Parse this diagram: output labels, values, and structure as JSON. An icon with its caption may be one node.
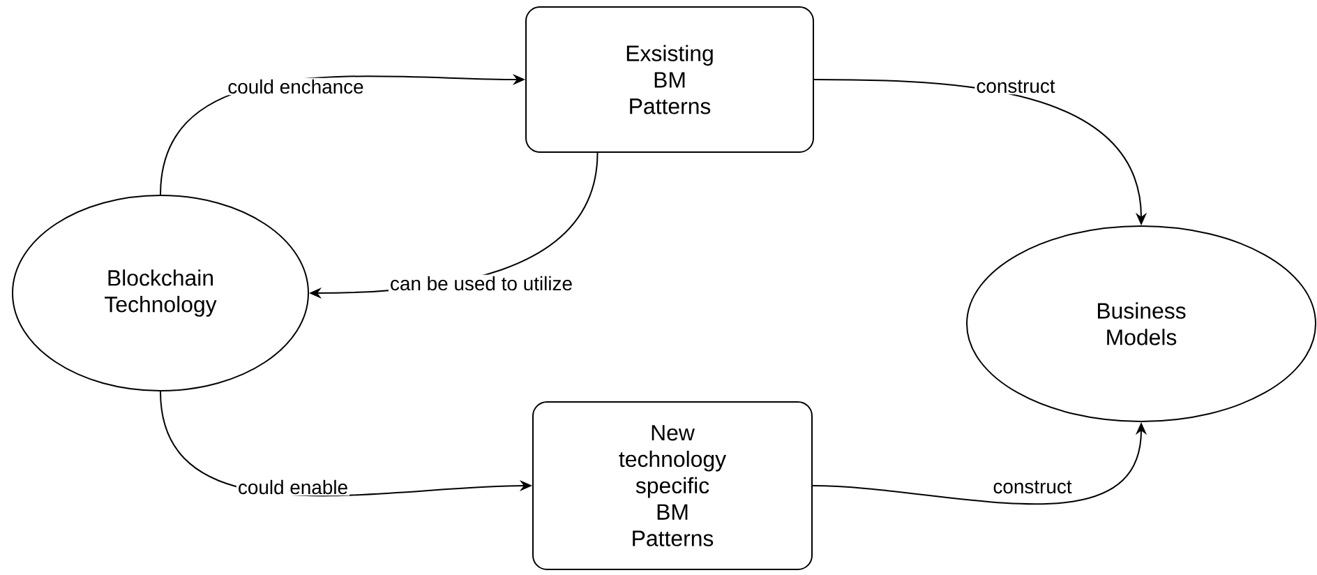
{
  "diagram": {
    "nodes": [
      {
        "text": [
          "Blockchain Technology"
        ]
      },
      {
        "text": [
          "Exsisting BM Patterns"
        ]
      },
      {
        "text": [
          "Business Models"
        ]
      },
      {
        "text": [
          "New technology specific BM Patterns"
        ]
      }
    ],
    "edges": [
      {
        "from": 0,
        "to": 1,
        "arrow": "to",
        "label": "could enchance"
      },
      {
        "from": 1,
        "to": 0,
        "arrow": "to",
        "label": "can be used to utilize"
      },
      {
        "from": 1,
        "to": 2,
        "arrow": "to",
        "label": "construct"
      },
      {
        "from": 0,
        "to": 3,
        "arrow": "to",
        "label": "could enable"
      },
      {
        "from": 3,
        "to": 2,
        "arrow": "to",
        "label": "construct"
      }
    ]
  }
}
